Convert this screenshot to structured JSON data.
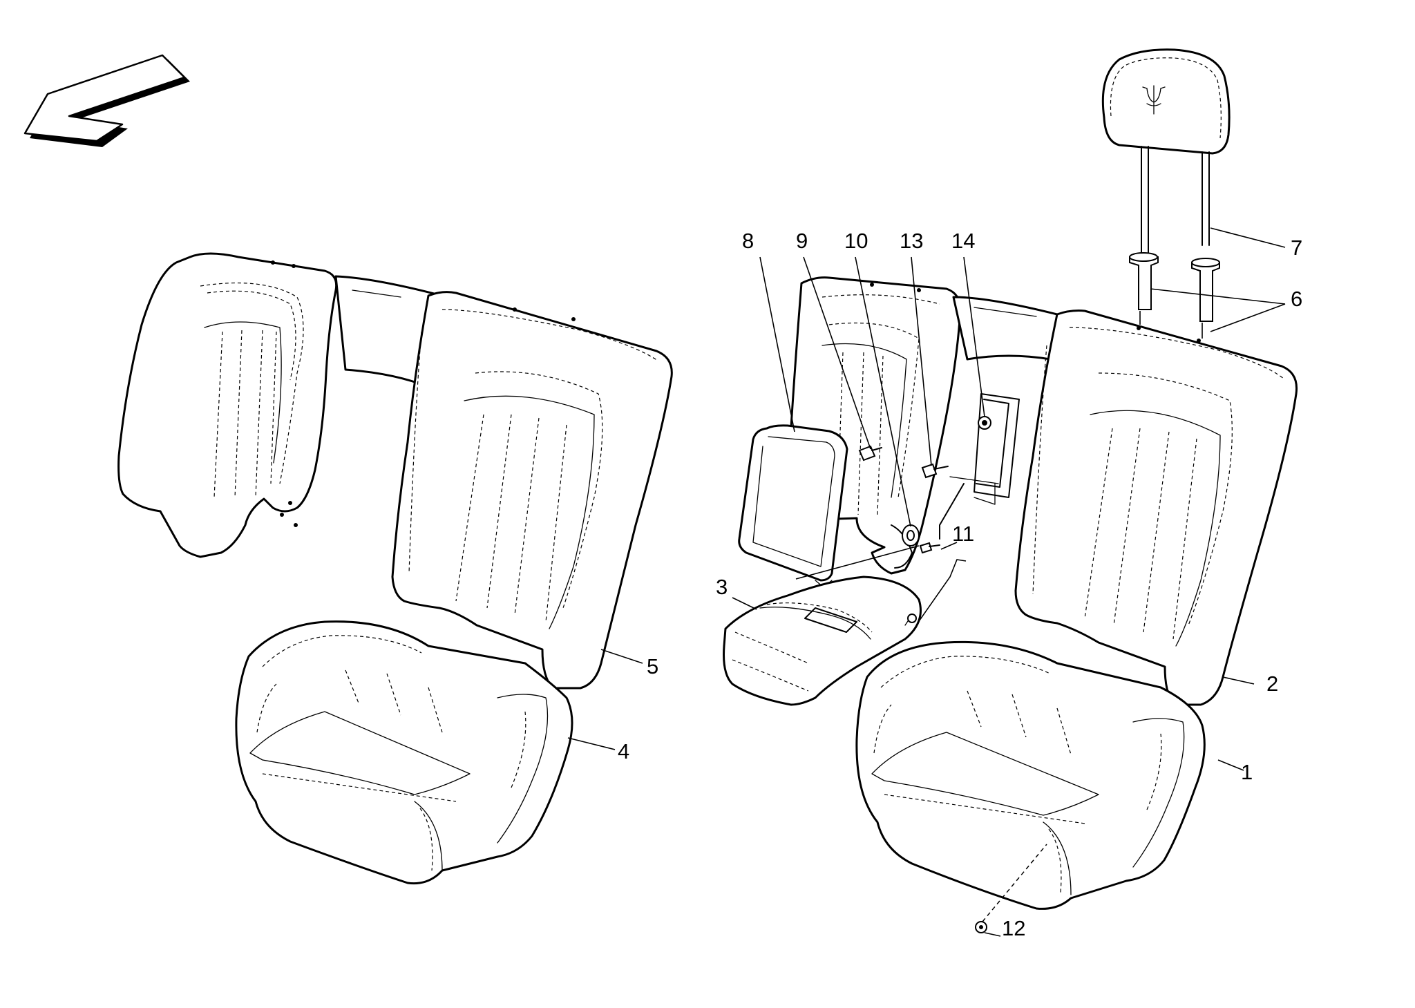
{
  "diagram": {
    "callouts": [
      {
        "id": "c1",
        "label": "1"
      },
      {
        "id": "c2",
        "label": "2"
      },
      {
        "id": "c3",
        "label": "3"
      },
      {
        "id": "c4",
        "label": "4"
      },
      {
        "id": "c5",
        "label": "5"
      },
      {
        "id": "c6",
        "label": "6"
      },
      {
        "id": "c7",
        "label": "7"
      },
      {
        "id": "c8",
        "label": "8"
      },
      {
        "id": "c9",
        "label": "9"
      },
      {
        "id": "c10",
        "label": "10"
      },
      {
        "id": "c11",
        "label": "11"
      },
      {
        "id": "c12",
        "label": "12"
      },
      {
        "id": "c13",
        "label": "13"
      },
      {
        "id": "c14",
        "label": "14"
      }
    ],
    "icons": {
      "direction": "direction-arrow-icon",
      "logo": "trident-logo-icon"
    },
    "colors": {
      "line": "#000000",
      "background": "#ffffff"
    }
  }
}
